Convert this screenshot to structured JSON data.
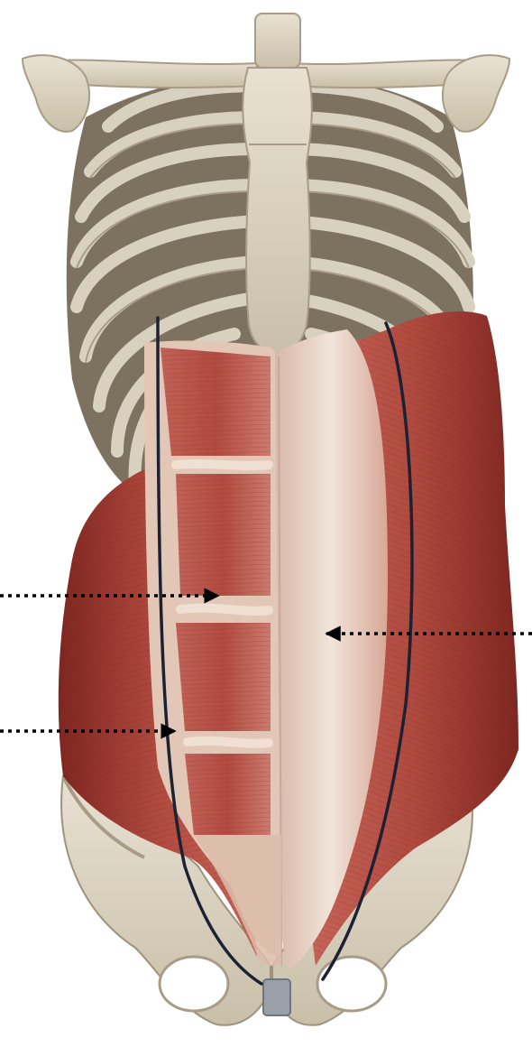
{
  "illustration": {
    "subject": "anterior-abdominal-wall-anatomy",
    "colors": {
      "background": "#ffffff",
      "bone": "#ddd5c3",
      "bone_shadow": "#a89c86",
      "bone_dark": "#8b806c",
      "muscle": "#b24a40",
      "muscle_dark": "#8a2b24",
      "muscle_light": "#d0736a",
      "tendon": "#e6cfc0",
      "linea_alba": "#ecdcd0",
      "rib_gap": "#7d7160",
      "outline_curve": "#1c2233",
      "arrow": "#000000"
    }
  },
  "annotations": {
    "arrows": [
      {
        "id": "arrow-left-upper",
        "direction": "right"
      },
      {
        "id": "arrow-left-lower",
        "direction": "right"
      },
      {
        "id": "arrow-right",
        "direction": "left"
      }
    ],
    "curves": [
      {
        "id": "left-curve"
      },
      {
        "id": "right-curve"
      }
    ]
  }
}
